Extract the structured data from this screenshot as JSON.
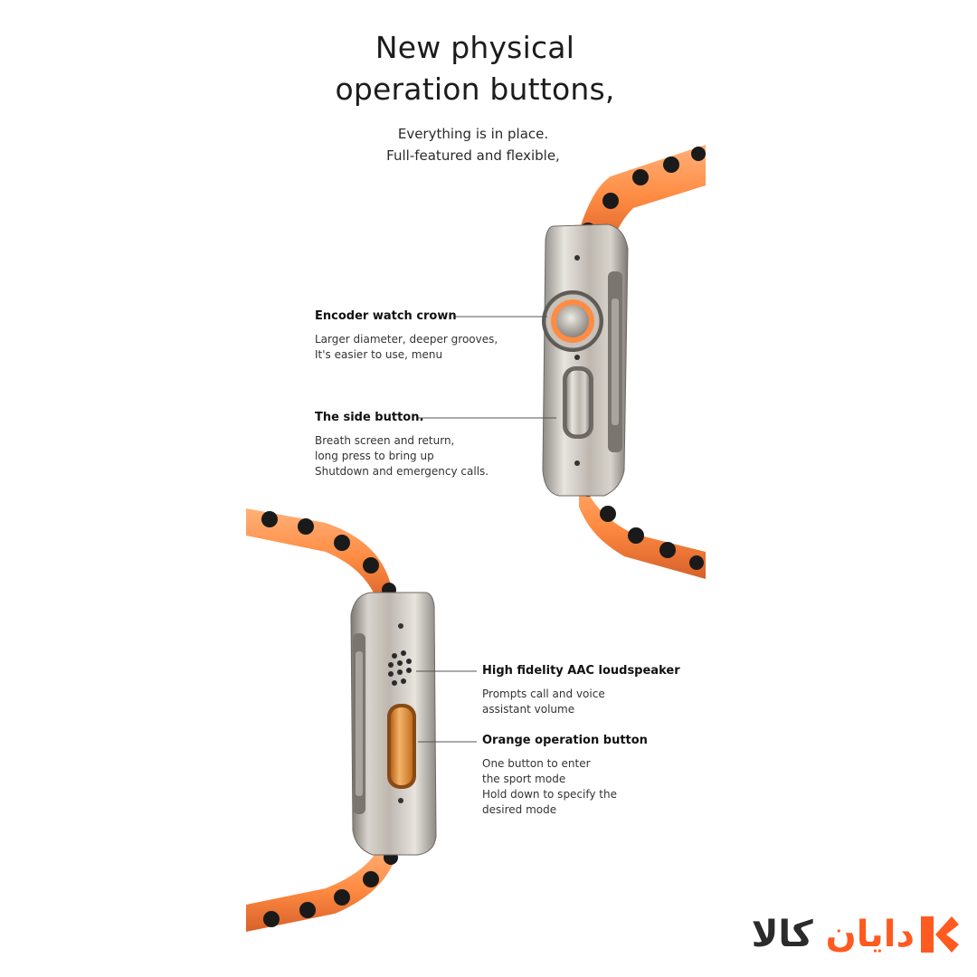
{
  "title": {
    "line1": "New physical",
    "line2": "operation buttons,"
  },
  "subtitle": {
    "line1": "Everything is in place.",
    "line2": "Full-featured and flexible,"
  },
  "features": [
    {
      "name": "Encoder watch crown",
      "desc": "Larger diameter, deeper grooves,\nIt's easier to use, menu"
    },
    {
      "name": "The side button.",
      "desc": "Breath screen and return,\nlong press to bring up\nShutdown and emergency calls."
    },
    {
      "name": "High fidelity AAC loudspeaker",
      "desc": "Prompts call and voice\nassistant volume"
    },
    {
      "name": "Orange operation button",
      "desc": "One button to enter\n the sport mode\nHold down to specify the\ndesired mode"
    }
  ],
  "logo": {
    "part1": "دایان",
    "part2": "کالا",
    "icon": "brand-k-chevron-icon"
  },
  "colors": {
    "strap": "#ff8c42",
    "strap_dark": "#e0672a",
    "case": "#c9c3bb",
    "accent": "#ff5a1f",
    "orange_button": "#e59a3a"
  }
}
